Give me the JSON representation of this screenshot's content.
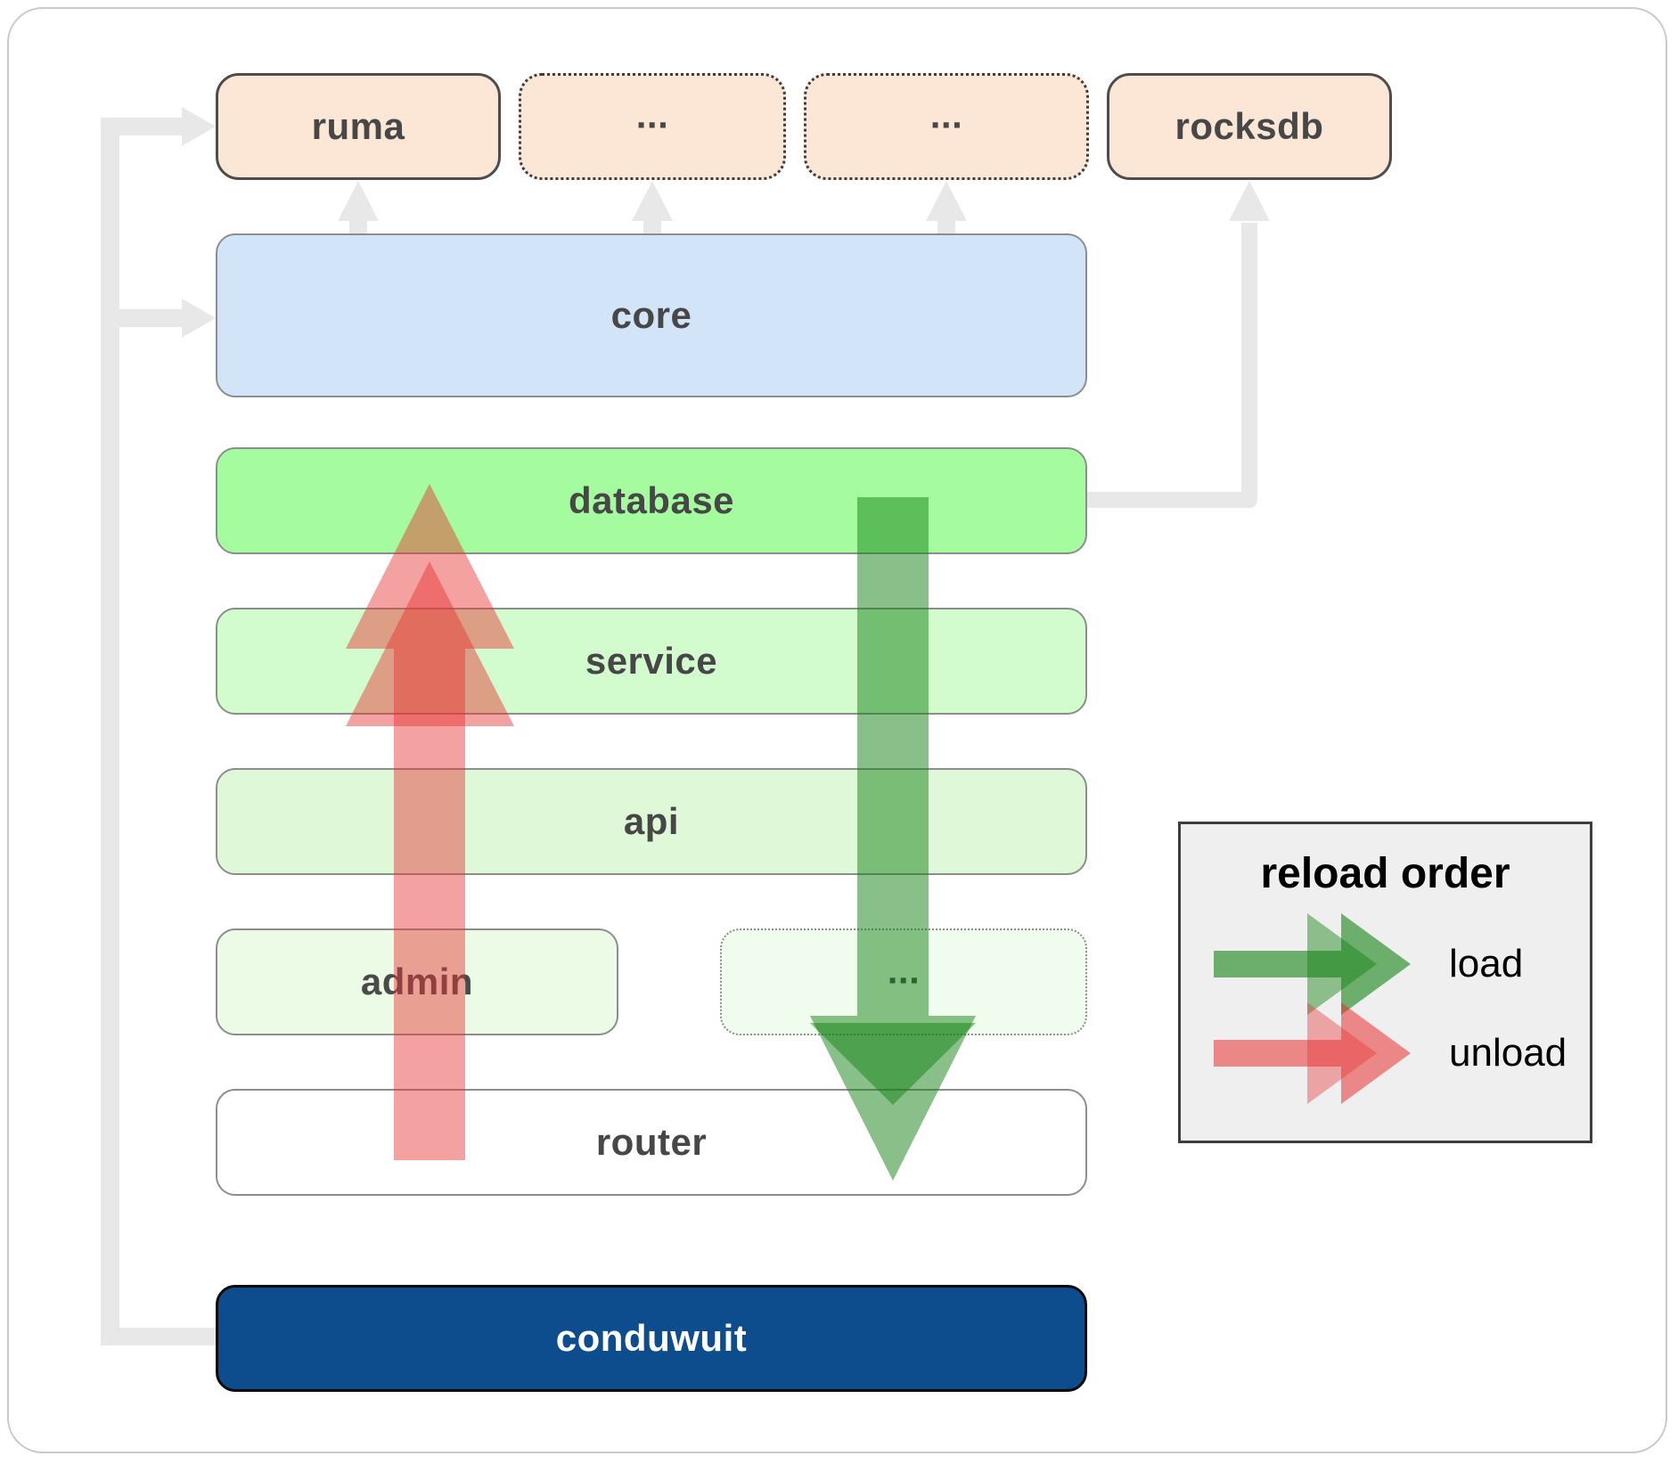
{
  "boxes": {
    "ruma": "ruma",
    "ellipsis1": "...",
    "ellipsis2": "...",
    "rocksdb": "rocksdb",
    "core": "core",
    "database": "database",
    "service": "service",
    "api": "api",
    "admin": "admin",
    "ellipsis3": "...",
    "router": "router",
    "conduwuit": "conduwuit"
  },
  "legend": {
    "title": "reload order",
    "load_label": "load",
    "unload_label": "unload"
  },
  "colors": {
    "load_arrow": "#148214",
    "unload_arrow": "#e83232",
    "connector": "#e8e8e8",
    "module_fill": "#fce6d5",
    "core_fill": "#d2e5f8",
    "database_fill": "#a5fc9e",
    "service_fill": "#d3fcce",
    "api_fill": "#def8d8",
    "admin_fill": "#ecfbe6",
    "ellipsis_row_fill": "#f0fdee",
    "router_fill": "#ffffff",
    "conduwuit_fill": "#0d4d8d",
    "legend_bg": "#efefef"
  }
}
